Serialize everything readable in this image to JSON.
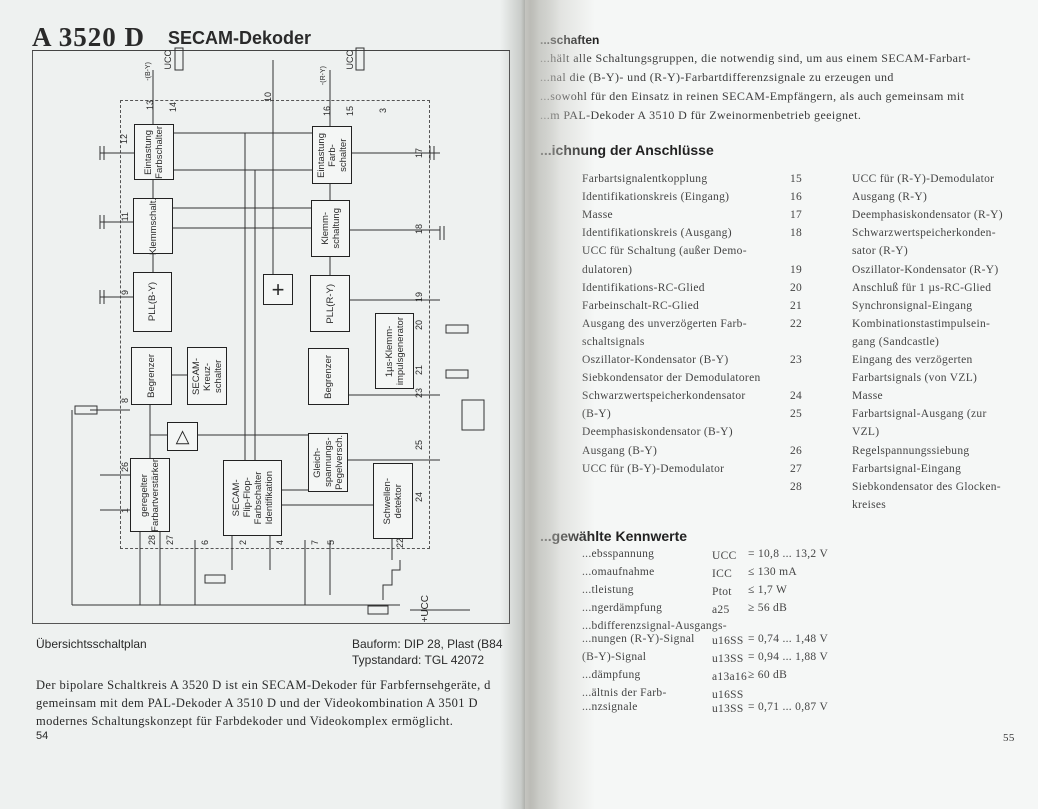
{
  "left_page": {
    "title": "A 3520 D",
    "subtitle": "SECAM-Dekoder",
    "diagram": {
      "blocks": {
        "eintastung_left": "Eintastung\nFarbschalter",
        "klemm_left": "Klemmschalt.",
        "pll_by": "PLL(B-Y)",
        "begrenzer_left": "Begrenzer",
        "kreuzschalter": "SECAM-\nKreuz-\nschalter",
        "amplifier": "geregelter\nFarbartverstärker",
        "flipflop": "SECAM-\nFlip-Flop-\nFarbschalter\nIdentifikation",
        "eintastung_right": "Eintastung\nFarb-\nschalter",
        "klemm_right": "Klemm-\nschaltung",
        "pll_ry": "PLL(R-Y)",
        "begrenzer_right": "Begrenzer",
        "gleich": "Gleich-\nspannungs-\nPegelversch.",
        "schwellen": "Schwellen-\ndetektor",
        "klemmimpuls": "1µs-Klemm-\nimpulsgenerator",
        "adder": "+",
        "triangle": "△"
      },
      "ucc": "UCC",
      "ucc_plus": "+UCC",
      "out_by": "-(B-Y)",
      "out_ry": "-(R-Y)",
      "pins": [
        "13",
        "14",
        "10",
        "16",
        "15",
        "3",
        "12",
        "17",
        "11",
        "18",
        "9",
        "19",
        "20",
        "21",
        "8",
        "23",
        "25",
        "26",
        "1",
        "24",
        "28",
        "27",
        "6",
        "2",
        "4",
        "7",
        "5",
        "22"
      ]
    },
    "caption": "Übersichtsschaltplan",
    "bauform": "Bauform: DIP 28, Plast (B84",
    "typstandard": "Typstandard: TGL 42072",
    "paragraph": [
      "Der bipolare Schaltkreis A 3520 D ist ein SECAM-Dekoder für Farbfernsehgeräte, d",
      "gemeinsam mit dem PAL-Dekoder A 3510 D und der Videokombination A 3501 D",
      "modernes Schaltungskonzept für Farbdekoder und Videokomplex ermöglicht."
    ],
    "page_number": "54"
  },
  "right_page": {
    "section1_heading": "...schaften",
    "section1_lines": [
      "...hält alle Schaltungsgruppen, die notwendig sind, um aus einem SECAM-Farbart-",
      "...nal die (B-Y)- und (R-Y)-Farbartdifferenzsignale zu erzeugen und",
      "...sowohl für den Einsatz in reinen SECAM-Empfängern, als auch gemeinsam mit",
      "...m PAL-Dekoder A 3510 D für Zweinormenbetrieb geeignet."
    ],
    "section2_heading": "...ichnung der Anschlüsse",
    "pins_left": [
      "Farbartsignalentkopplung",
      "Identifikationskreis (Eingang)",
      "Masse",
      "Identifikationskreis (Ausgang)",
      "UCC für Schaltung (außer Demo-",
      "dulatoren)",
      "Identifikations-RC-Glied",
      "Farbeinschalt-RC-Glied",
      "Ausgang des unverzögerten Farb-",
      "schaltsignals",
      "Oszillator-Kondensator (B-Y)",
      "Siebkondensator der Demodulatoren",
      "Schwarzwertspeicherkondensator",
      "(B-Y)",
      "Deemphasiskondensator (B-Y)",
      "Ausgang (B-Y)",
      "UCC für (B-Y)-Demodulator"
    ],
    "pins_right": [
      {
        "n": "15",
        "t": "UCC für (R-Y)-Demodulator"
      },
      {
        "n": "16",
        "t": "Ausgang (R-Y)"
      },
      {
        "n": "17",
        "t": "Deemphasiskondensator (R-Y)"
      },
      {
        "n": "18",
        "t": "Schwarzwertspeicherkonden-"
      },
      {
        "n": "",
        "t": "sator (R-Y)"
      },
      {
        "n": "19",
        "t": "Oszillator-Kondensator (R-Y)"
      },
      {
        "n": "20",
        "t": "Anschluß für 1 µs-RC-Glied"
      },
      {
        "n": "21",
        "t": "Synchronsignal-Eingang"
      },
      {
        "n": "22",
        "t": "Kombinationstastimpulsein-"
      },
      {
        "n": "",
        "t": "gang (Sandcastle)"
      },
      {
        "n": "23",
        "t": "Eingang des verzögerten"
      },
      {
        "n": "",
        "t": "Farbartsignals (von VZL)"
      },
      {
        "n": "24",
        "t": "Masse"
      },
      {
        "n": "25",
        "t": "Farbartsignal-Ausgang (zur"
      },
      {
        "n": "",
        "t": "VZL)"
      },
      {
        "n": "26",
        "t": "Regelspannungssiebung"
      },
      {
        "n": "27",
        "t": "Farbartsignal-Eingang"
      },
      {
        "n": "28",
        "t": "Siebkondensator des Glocken-"
      },
      {
        "n": "",
        "t": "kreises"
      }
    ],
    "section3_heading": "...gewählte Kennwerte",
    "params": [
      {
        "name": "...ebsspannung",
        "sym": "UCC",
        "val": "= 10,8 ... 13,2 V"
      },
      {
        "name": "...omaufnahme",
        "sym": "ICC",
        "val": "≤ 130 mA"
      },
      {
        "name": "...tleistung",
        "sym": "Ptot",
        "val": "≤ 1,7 W"
      },
      {
        "name": "...ngerdämpfung",
        "sym": "a25",
        "val": "≥ 56 dB"
      },
      {
        "name": "...bdifferenzsignal-Ausgangs-",
        "sym": "",
        "val": ""
      },
      {
        "name": "...nungen (R-Y)-Signal",
        "sym": "u16SS",
        "val": "= 0,74 ... 1,48 V"
      },
      {
        "name": "(B-Y)-Signal",
        "sym": "u13SS",
        "val": "= 0,94 ... 1,88 V"
      },
      {
        "name": "...dämpfung",
        "sym": "a13a16",
        "val": "≥ 60 dB"
      },
      {
        "name": "...ältnis der Farb-",
        "sym": "u16SS",
        "val": ""
      },
      {
        "name": "...nzsignale",
        "sym": "u13SS",
        "val": "= 0,71 ... 0,87 V"
      }
    ],
    "page_number": "55"
  }
}
